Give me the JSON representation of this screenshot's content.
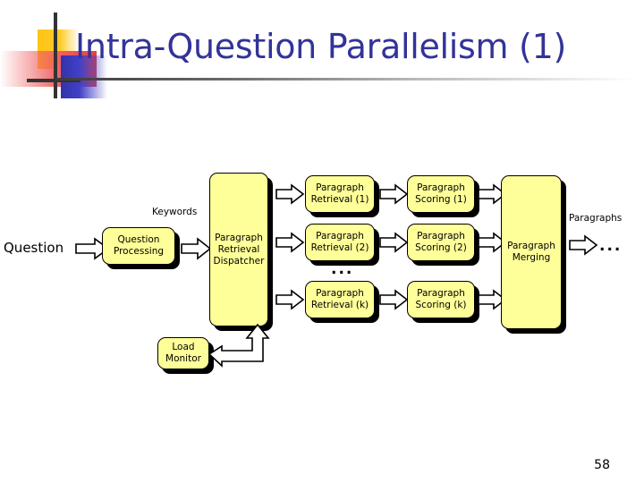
{
  "slide": {
    "title": "Intra-Question Parallelism (1)",
    "page_number": "58",
    "title_color": "#333399",
    "node_fill_color": "#FFFF99",
    "node_border_color": "#000000"
  },
  "diagram": {
    "type": "flow-diagram",
    "input_label": "Question",
    "edge_labels": {
      "keywords": "Keywords",
      "paragraphs": "Paragraphs"
    },
    "ellipsis": "...",
    "nodes": [
      {
        "id": "question-processing",
        "label": "Question\nProcessing"
      },
      {
        "id": "paragraph-retrieval-dispatcher",
        "label": "Paragraph\nRetrieval\nDispatcher"
      },
      {
        "id": "load-monitor",
        "label": "Load\nMonitor"
      },
      {
        "id": "paragraph-retrieval-1",
        "label": "Paragraph\nRetrieval (1)"
      },
      {
        "id": "paragraph-retrieval-2",
        "label": "Paragraph\nRetrieval (2)"
      },
      {
        "id": "paragraph-retrieval-k",
        "label": "Paragraph\nRetrieval (k)"
      },
      {
        "id": "paragraph-scoring-1",
        "label": "Paragraph\nScoring (1)"
      },
      {
        "id": "paragraph-scoring-2",
        "label": "Paragraph\nScoring (2)"
      },
      {
        "id": "paragraph-scoring-k",
        "label": "Paragraph\nScoring (k)"
      },
      {
        "id": "paragraph-merging",
        "label": "Paragraph\nMerging"
      }
    ],
    "arrows": [
      {
        "from": "question",
        "to": "question-processing"
      },
      {
        "from": "question-processing",
        "to": "paragraph-retrieval-dispatcher",
        "label": "Keywords"
      },
      {
        "from": "paragraph-retrieval-dispatcher",
        "to": "paragraph-retrieval-1"
      },
      {
        "from": "paragraph-retrieval-dispatcher",
        "to": "paragraph-retrieval-2"
      },
      {
        "from": "paragraph-retrieval-dispatcher",
        "to": "paragraph-retrieval-k"
      },
      {
        "from": "paragraph-retrieval-1",
        "to": "paragraph-scoring-1"
      },
      {
        "from": "paragraph-retrieval-2",
        "to": "paragraph-scoring-2"
      },
      {
        "from": "paragraph-retrieval-k",
        "to": "paragraph-scoring-k"
      },
      {
        "from": "paragraph-scoring-1",
        "to": "paragraph-merging"
      },
      {
        "from": "paragraph-scoring-2",
        "to": "paragraph-merging"
      },
      {
        "from": "paragraph-scoring-k",
        "to": "paragraph-merging"
      },
      {
        "from": "paragraph-merging",
        "to": "output",
        "label": "Paragraphs"
      },
      {
        "from": "load-monitor",
        "to": "paragraph-retrieval-dispatcher",
        "bidirectional": true
      }
    ]
  }
}
